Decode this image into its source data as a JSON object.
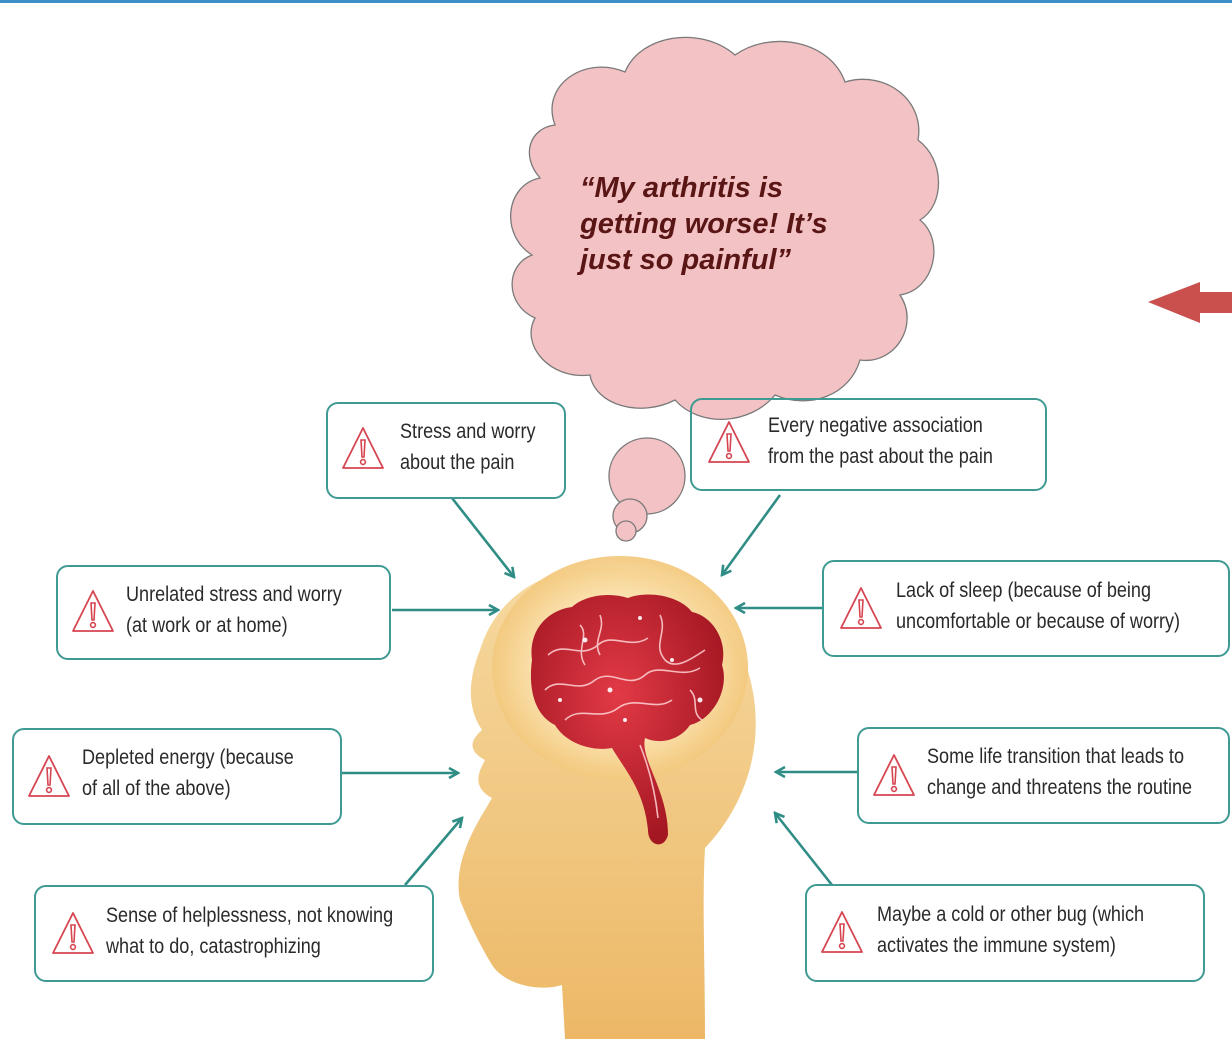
{
  "thought": {
    "text": "“My arthritis is\ngetting worse! It’s\njust so painful”"
  },
  "factors": {
    "stress_pain": {
      "line1": "Stress and worry",
      "line2": "about the pain"
    },
    "negative_association": {
      "line1": "Every negative association",
      "line2": "from the past about the pain"
    },
    "unrelated_stress": {
      "line1": "Unrelated stress and worry",
      "line2": "(at work or at home)"
    },
    "lack_of_sleep": {
      "line1": "Lack of sleep (because of being",
      "line2": "uncomfortable or because of worry)"
    },
    "depleted_energy": {
      "line1": "Depleted energy (because",
      "line2": "of all of the above)"
    },
    "life_transition": {
      "line1": "Some life transition that leads to",
      "line2": "change and threatens the routine"
    },
    "helplessness": {
      "line1": "Sense of helplessness, not knowing",
      "line2": "what to do, catastrophizing"
    },
    "cold_bug": {
      "line1": "Maybe a cold or other bug (which",
      "line2": "activates the immune system)"
    }
  },
  "icons": {
    "warning": "warning-icon",
    "brain": "brain-icon",
    "head": "head-silhouette",
    "arrow": "arrow-icon"
  },
  "colors": {
    "box_border": "#3f9a94",
    "arrow": "#2f8d86",
    "warning": "#d64550",
    "thought_fill": "#f3c2c4",
    "thought_text": "#5a1515",
    "head": "#efbe6c",
    "brain": "#c0262f",
    "red_arrow": "#c9504d"
  }
}
